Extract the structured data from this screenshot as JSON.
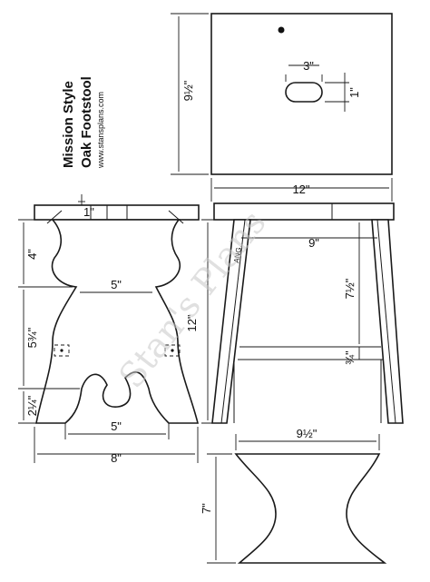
{
  "title": {
    "line1": "Mission Style",
    "line2": "Oak Footstool",
    "url": "www.stansplans.com"
  },
  "watermark": "Stan's Plans",
  "dimensions": {
    "top_depth": "9½\"",
    "slot_length": "3\"",
    "slot_width": "1\"",
    "top_length": "12\"",
    "top_thickness": "1\"",
    "upper_height": "4\"",
    "waist_width": "5\"",
    "mid_height": "5¾\"",
    "overall_height": "12\"",
    "foot_height": "2¼\"",
    "foot_span": "5\"",
    "leg_width": "8\"",
    "stretcher_length": "9\"",
    "angle": "ANG.",
    "leg_height": "7½\"",
    "stretcher_depth": "¾\"",
    "stretcher_top_width": "9½\"",
    "stretcher_height": "7\""
  },
  "colors": {
    "ink": "#1a1a1a",
    "paper": "#ffffff",
    "watermark": "#c8c8c8"
  }
}
